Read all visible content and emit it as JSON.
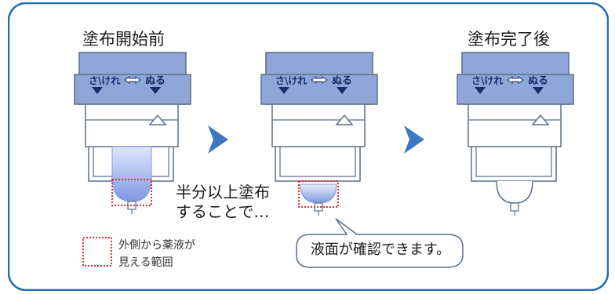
{
  "steps": [
    {
      "label": "塗布開始前",
      "cap_left": "さ\\けれ",
      "cap_right": "ぬる"
    },
    {
      "label": "",
      "cap_left": "さ\\けれ",
      "cap_right": "ぬる"
    },
    {
      "label": "塗布完了後",
      "cap_left": "さ\\けれ",
      "cap_right": "ぬる"
    }
  ],
  "callout_lines": [
    "半分以上塗布",
    "することで…"
  ],
  "bubble_text": "液面が確認できます。",
  "legend_lines": [
    "外側から薬液が",
    "見える範囲"
  ],
  "colors": {
    "frame": "#1f6fb0",
    "cap_fill": "#8fa6d8",
    "cap_dark": "#4a6fb5",
    "body_line": "#5a6f86",
    "liquid": "#8ea6e6",
    "chevron": "#3d78c0",
    "dotted": "#e03030",
    "text": "#1a1a1a"
  }
}
